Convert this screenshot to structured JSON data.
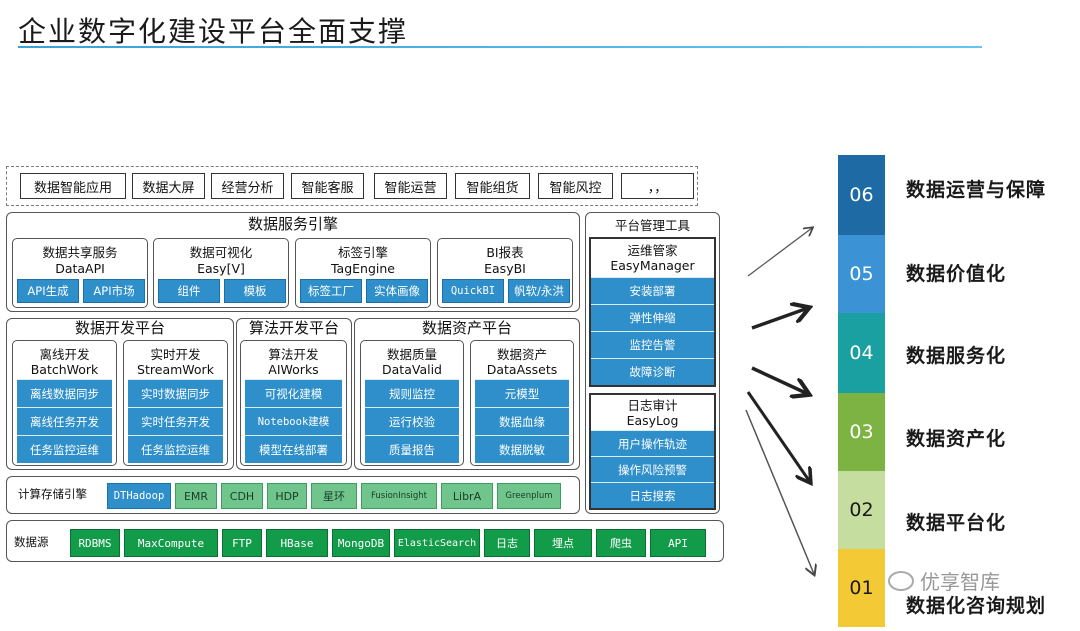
{
  "title": "企业数字化建设平台全面支撑",
  "apps": {
    "label": "数据智能应用",
    "items": [
      "数据大屏",
      "经营分析",
      "智能客服",
      "智能运营",
      "智能组货",
      "智能风控",
      "，，"
    ]
  },
  "service_engine": {
    "title": "数据服务引擎",
    "groups": [
      {
        "name": "数据共享服务",
        "sub": "DataAPI",
        "items": [
          "API生成",
          "API市场"
        ]
      },
      {
        "name": "数据可视化",
        "sub": "Easy[V]",
        "items": [
          "组件",
          "模板"
        ]
      },
      {
        "name": "标签引擎",
        "sub": "TagEngine",
        "items": [
          "标签工厂",
          "实体画像"
        ]
      },
      {
        "name": "BI报表",
        "sub": "EasyBI",
        "items": [
          "QuickBI",
          "帆软/永洪"
        ]
      }
    ]
  },
  "dev_platform": {
    "title": "数据开发平台",
    "groups": [
      {
        "name": "离线开发",
        "sub": "BatchWork",
        "items": [
          "离线数据同步",
          "离线任务开发",
          "任务监控运维"
        ]
      },
      {
        "name": "实时开发",
        "sub": "StreamWork",
        "items": [
          "实时数据同步",
          "实时任务开发",
          "任务监控运维"
        ]
      }
    ]
  },
  "algo_platform": {
    "title": "算法开发平台",
    "group": {
      "name": "算法开发",
      "sub": "AIWorks",
      "items": [
        "可视化建模",
        "Notebook建模",
        "模型在线部署"
      ]
    }
  },
  "asset_platform": {
    "title": "数据资产平台",
    "groups": [
      {
        "name": "数据质量",
        "sub": "DataValid",
        "items": [
          "规则监控",
          "运行校验",
          "质量报告"
        ]
      },
      {
        "name": "数据资产",
        "sub": "DataAssets",
        "items": [
          "元模型",
          "数据血缘",
          "数据脱敏"
        ]
      }
    ]
  },
  "mgmt": {
    "title": "平台管理工具",
    "ops": {
      "name": "运维管家",
      "sub": "EasyManager",
      "items": [
        "安装部署",
        "弹性伸缩",
        "监控告警",
        "故障诊断"
      ]
    },
    "audit": {
      "name": "日志审计",
      "sub": "EasyLog",
      "items": [
        "用户操作轨迹",
        "操作风险预警",
        "日志搜索"
      ]
    }
  },
  "compute": {
    "label": "计算存储引擎",
    "items": [
      "DTHadoop",
      "EMR",
      "CDH",
      "HDP",
      "星环",
      "FusionInsight",
      "LibrA",
      "Greenplum"
    ]
  },
  "sources": {
    "label": "数据源",
    "items": [
      "RDBMS",
      "MaxCompute",
      "FTP",
      "HBase",
      "MongoDB",
      "ElasticSearch",
      "日志",
      "埋点",
      "爬虫",
      "API"
    ]
  },
  "levels": [
    {
      "num": "06",
      "label": "数据运营与保障",
      "color": "#1d6aa5"
    },
    {
      "num": "05",
      "label": "数据价值化",
      "color": "#3b93d6"
    },
    {
      "num": "04",
      "label": "数据服务化",
      "color": "#1aa0a0"
    },
    {
      "num": "03",
      "label": "数据资产化",
      "color": "#7cb342"
    },
    {
      "num": "02",
      "label": "数据平台化",
      "color": "#c5dea0"
    },
    {
      "num": "01",
      "label": "数据化咨询规划",
      "color": "#f3c935"
    }
  ],
  "watermark": "优享智库"
}
